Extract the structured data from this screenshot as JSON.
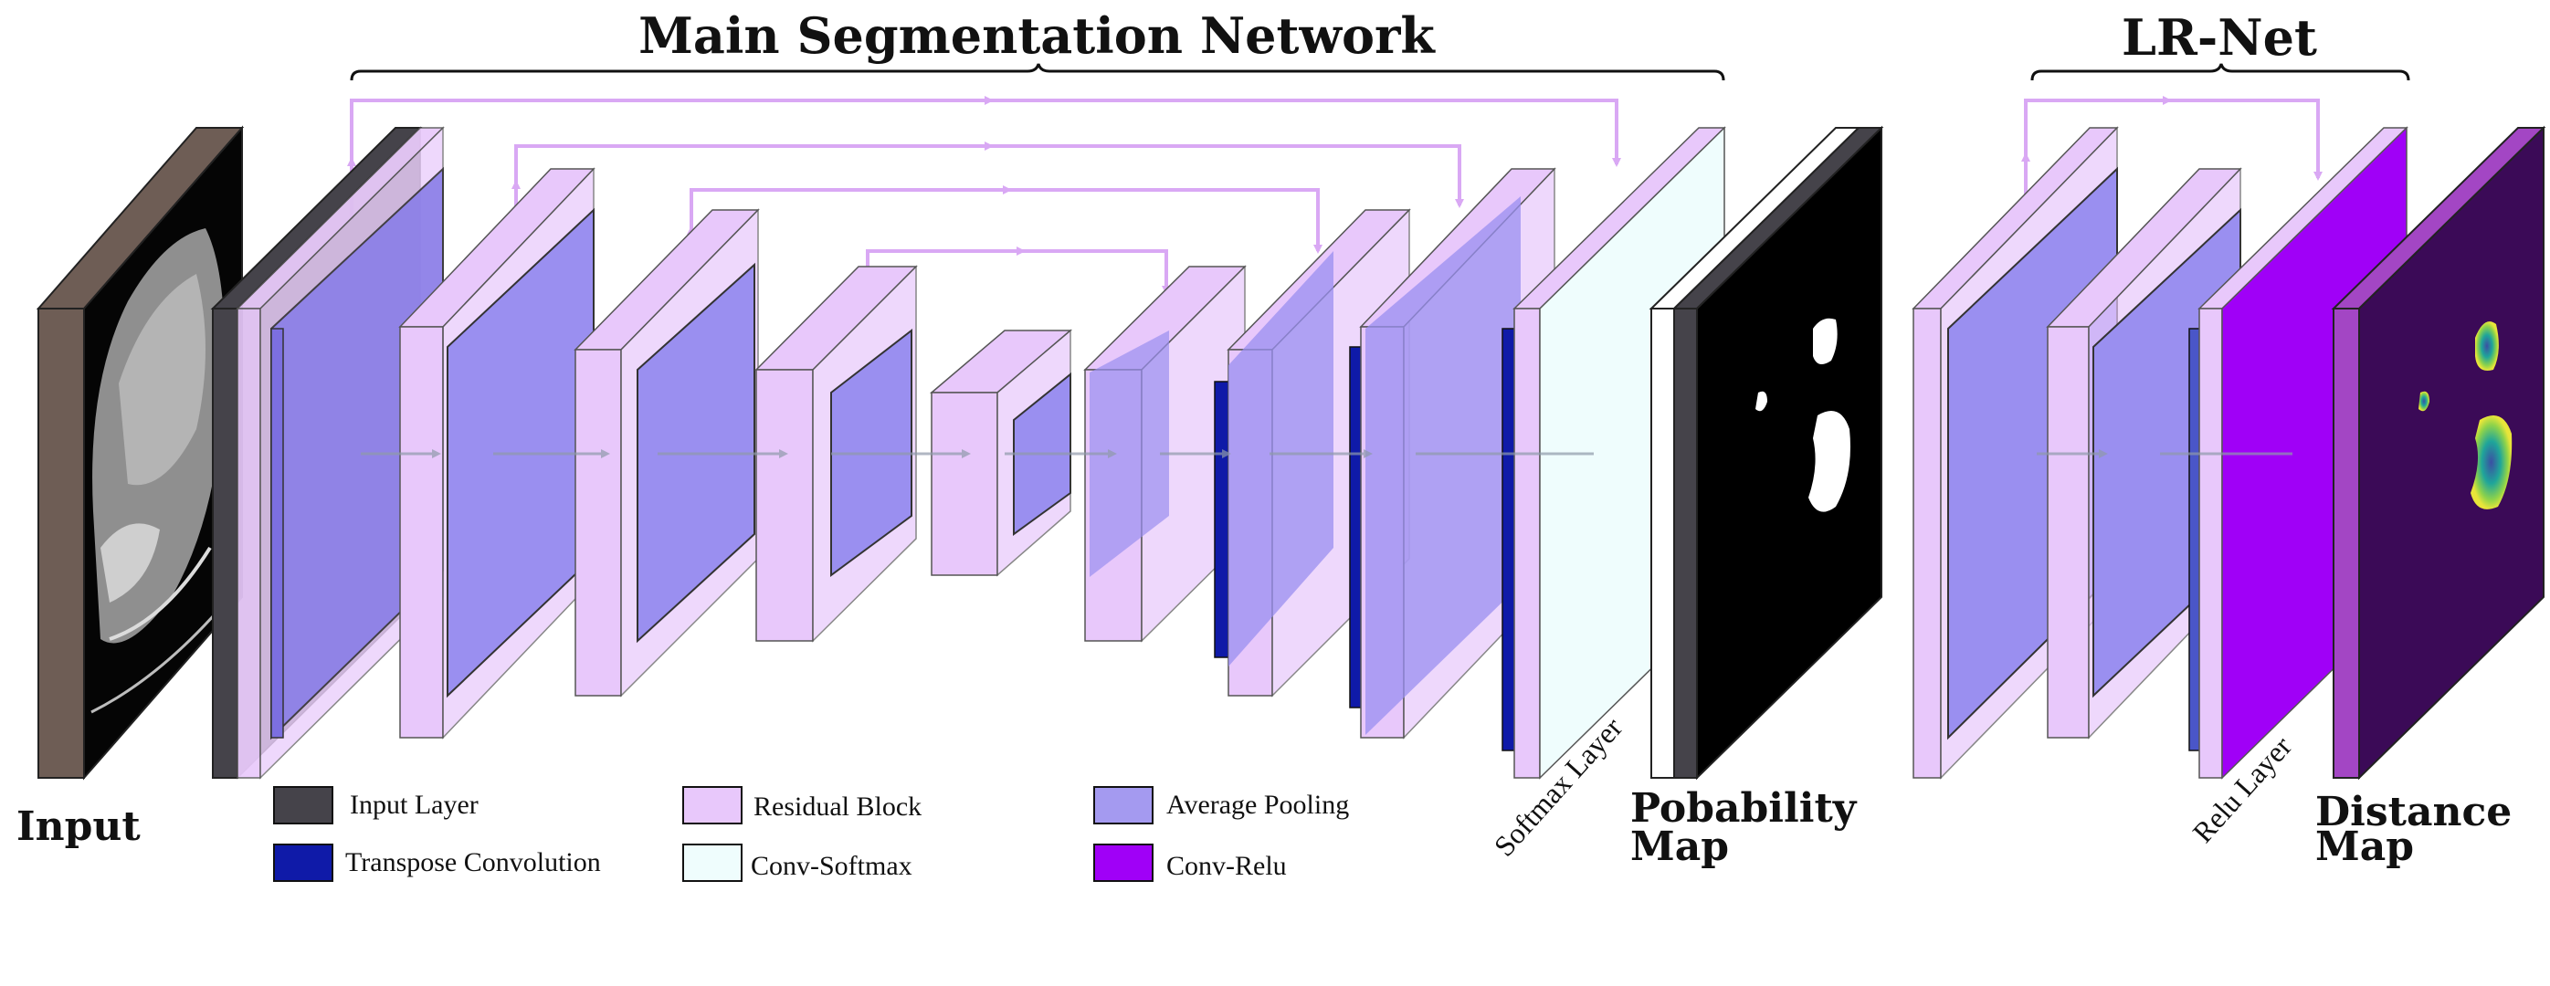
{
  "titles": {
    "main_network": "Main Segmentation Network",
    "lr_net": "LR-Net"
  },
  "labels": {
    "input": "Input",
    "probability_map_line1": "Pobability",
    "probability_map_line2": "Map",
    "distance_map_line1": "Distance",
    "distance_map_line2": "Map",
    "softmax_layer": "Softmax Layer",
    "relu_layer": "Relu Layer"
  },
  "legend": [
    {
      "label": "Input Layer",
      "color": "#45434a"
    },
    {
      "label": "Residual Block",
      "color": "#e8c8fb"
    },
    {
      "label": "Average Pooling",
      "color": "#a49af0"
    },
    {
      "label": "Transpose Convolution",
      "color": "#0f1aa8"
    },
    {
      "label": "Conv-Softmax",
      "color": "#effdfd"
    },
    {
      "label": "Conv-Relu",
      "color": "#a000f7"
    }
  ],
  "colors": {
    "residual": "#e8c8fb",
    "pooling": "#a49af0",
    "transpose": "#0f1aa8",
    "input_layer": "#45434a",
    "softmax": "#effdfd",
    "conv_relu": "#a000f7",
    "skip_arrow": "#d9a8f4",
    "distance_dark": "#3b0a57",
    "input_border": "#6e5d55"
  }
}
